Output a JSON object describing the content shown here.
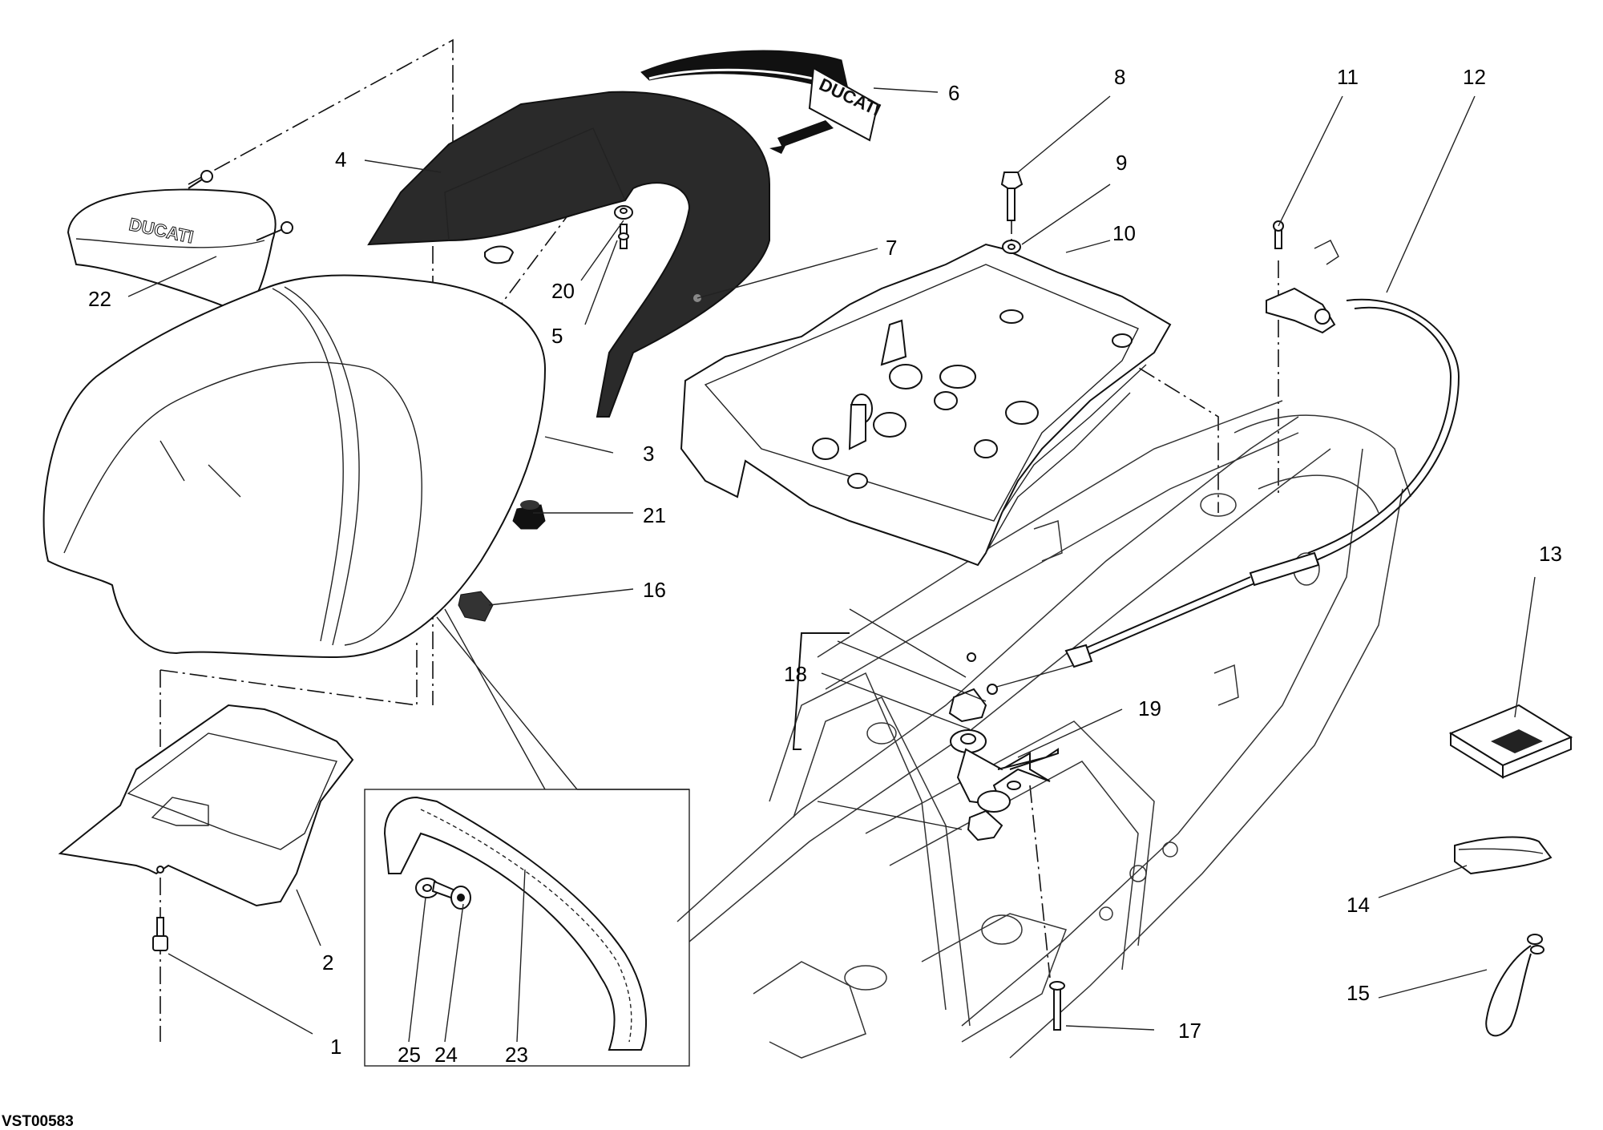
{
  "diagram_code": "VST00583",
  "brand_text": "DUCATI",
  "callouts": [
    {
      "id": "p1",
      "label": "1"
    },
    {
      "id": "p2",
      "label": "2"
    },
    {
      "id": "p3",
      "label": "3"
    },
    {
      "id": "p4",
      "label": "4"
    },
    {
      "id": "p5",
      "label": "5"
    },
    {
      "id": "p6",
      "label": "6"
    },
    {
      "id": "p7",
      "label": "7"
    },
    {
      "id": "p8",
      "label": "8"
    },
    {
      "id": "p9",
      "label": "9"
    },
    {
      "id": "p10",
      "label": "10"
    },
    {
      "id": "p11",
      "label": "11"
    },
    {
      "id": "p12",
      "label": "12"
    },
    {
      "id": "p13",
      "label": "13"
    },
    {
      "id": "p14",
      "label": "14"
    },
    {
      "id": "p15",
      "label": "15"
    },
    {
      "id": "p16",
      "label": "16"
    },
    {
      "id": "p17",
      "label": "17"
    },
    {
      "id": "p18",
      "label": "18"
    },
    {
      "id": "p19",
      "label": "19"
    },
    {
      "id": "p20",
      "label": "20"
    },
    {
      "id": "p21",
      "label": "21"
    },
    {
      "id": "p22",
      "label": "22"
    },
    {
      "id": "p23",
      "label": "23"
    },
    {
      "id": "p24",
      "label": "24"
    },
    {
      "id": "p25",
      "label": "25"
    }
  ]
}
